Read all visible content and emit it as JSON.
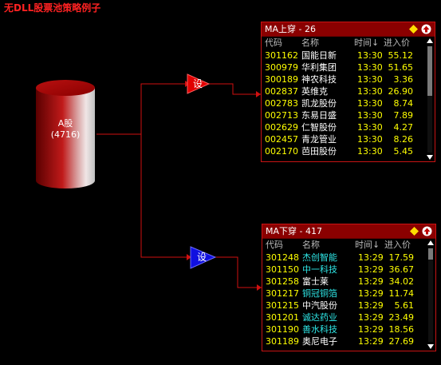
{
  "app": {
    "title": "无DLL股票池策略例子"
  },
  "source": {
    "name": "A股",
    "count": "(4716)"
  },
  "triggers": [
    {
      "label": "设",
      "color": "#e00000"
    },
    {
      "label": "设",
      "color": "#1010e0"
    }
  ],
  "colors": {
    "line": "#d01010",
    "panel_border": "#c81414",
    "header_bg": "#8a0000",
    "code": "#ffff00",
    "name": "#ffffff",
    "name_alt": "#2ee6e6",
    "pin": "#ffdd00"
  },
  "panels": [
    {
      "title": "MA上穿 - 26",
      "columns": [
        "代码",
        "名称",
        "时间↓",
        "进入价"
      ],
      "rows": [
        {
          "code": "301162",
          "name": "国能日新",
          "time": "13:30",
          "price": "55.12",
          "alt": false
        },
        {
          "code": "300979",
          "name": "华利集团",
          "time": "13:30",
          "price": "51.65",
          "alt": false
        },
        {
          "code": "300189",
          "name": "神农科技",
          "time": "13:30",
          "price": "3.36",
          "alt": false
        },
        {
          "code": "002837",
          "name": "英维克",
          "time": "13:30",
          "price": "26.90",
          "alt": false
        },
        {
          "code": "002783",
          "name": "凯龙股份",
          "time": "13:30",
          "price": "8.74",
          "alt": false
        },
        {
          "code": "002713",
          "name": "东易日盛",
          "time": "13:30",
          "price": "7.89",
          "alt": false
        },
        {
          "code": "002629",
          "name": "仁智股份",
          "time": "13:30",
          "price": "4.27",
          "alt": false
        },
        {
          "code": "002457",
          "name": "青龙管业",
          "time": "13:30",
          "price": "8.26",
          "alt": false
        },
        {
          "code": "002170",
          "name": "芭田股份",
          "time": "13:30",
          "price": "5.45",
          "alt": false
        }
      ],
      "scroll_position": 0.0
    },
    {
      "title": "MA下穿 - 417",
      "columns": [
        "代码",
        "名称",
        "时间↓",
        "进入价"
      ],
      "rows": [
        {
          "code": "301248",
          "name": "杰创智能",
          "time": "13:29",
          "price": "17.59",
          "alt": true
        },
        {
          "code": "301150",
          "name": "中一科技",
          "time": "13:29",
          "price": "36.67",
          "alt": true
        },
        {
          "code": "301258",
          "name": "富士莱",
          "time": "13:29",
          "price": "34.02",
          "alt": false
        },
        {
          "code": "301217",
          "name": "铜冠铜箔",
          "time": "13:29",
          "price": "11.74",
          "alt": true
        },
        {
          "code": "301215",
          "name": "中汽股份",
          "time": "13:29",
          "price": "5.61",
          "alt": false
        },
        {
          "code": "301201",
          "name": "诚达药业",
          "time": "13:29",
          "price": "23.49",
          "alt": true
        },
        {
          "code": "301190",
          "name": "善水科技",
          "time": "13:29",
          "price": "18.56",
          "alt": true
        },
        {
          "code": "301189",
          "name": "奥尼电子",
          "time": "13:29",
          "price": "27.69",
          "alt": false
        }
      ],
      "scroll_position": 0.0
    }
  ]
}
